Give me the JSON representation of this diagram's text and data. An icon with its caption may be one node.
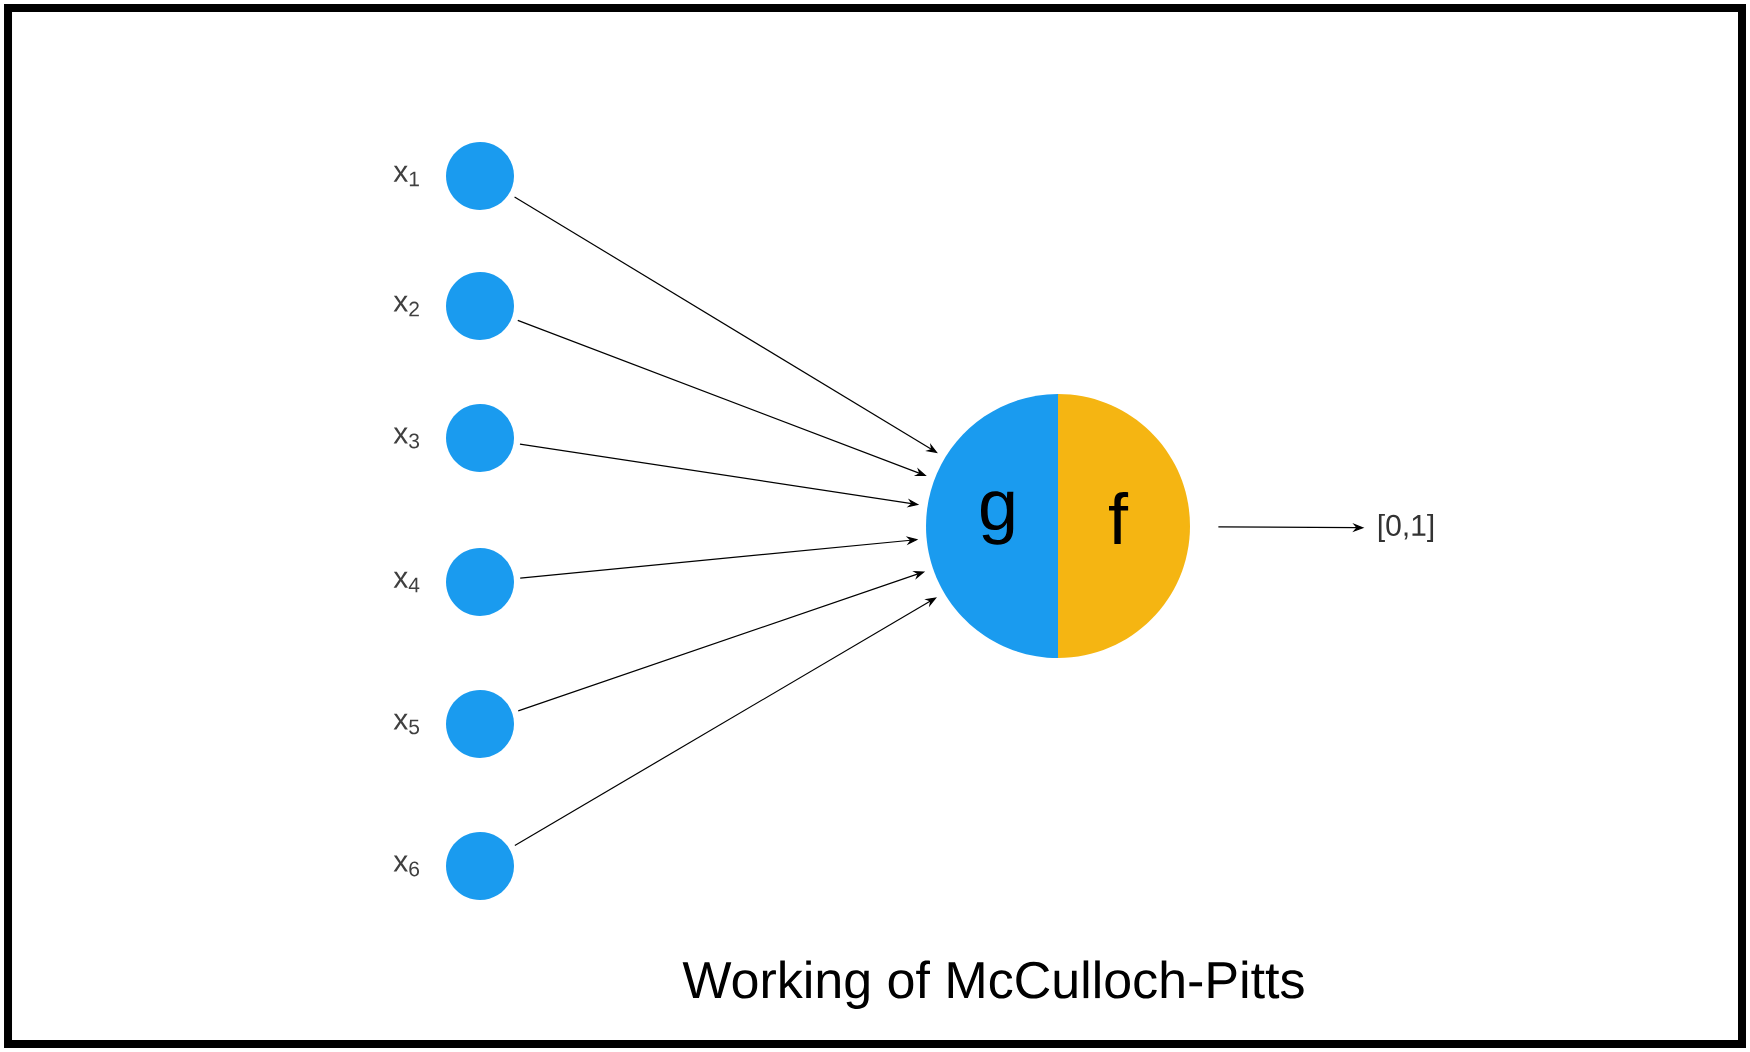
{
  "diagram": {
    "caption": "Working of McCulloch-Pitts",
    "nodes": [
      {
        "text": [],
        "shape": "circle",
        "beside": [
          "x$_{1}$"
        ]
      },
      {
        "text": [],
        "shape": "circle",
        "beside": [
          "x$_{2}$"
        ]
      },
      {
        "text": [],
        "shape": "circle",
        "beside": [
          "x$_{3}$"
        ]
      },
      {
        "text": [],
        "shape": "circle",
        "beside": [
          "x$_{4}$"
        ]
      },
      {
        "text": [],
        "shape": "circle",
        "beside": [
          "x$_{5}$"
        ]
      },
      {
        "text": [],
        "shape": "circle",
        "beside": [
          "x$_{6}$"
        ]
      },
      {
        "text": [
          "g",
          "f"
        ]
      },
      {
        "text": [
          "[0,1]"
        ]
      }
    ],
    "edges": [
      {
        "from": 0,
        "to": 6,
        "arrow": "to"
      },
      {
        "from": 1,
        "to": 6,
        "arrow": "to"
      },
      {
        "from": 2,
        "to": 6,
        "arrow": "to"
      },
      {
        "from": 3,
        "to": 6,
        "arrow": "to"
      },
      {
        "from": 4,
        "to": 6,
        "arrow": "to"
      },
      {
        "from": 5,
        "to": 6,
        "arrow": "to"
      },
      {
        "from": 6,
        "to": 7,
        "arrow": "to"
      }
    ]
  }
}
